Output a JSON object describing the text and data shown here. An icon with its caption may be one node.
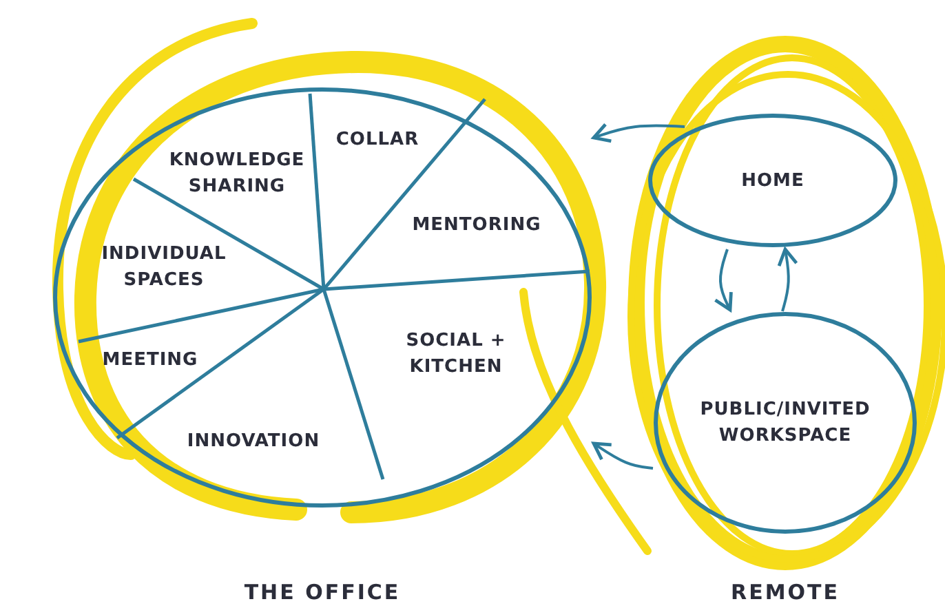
{
  "diagram": {
    "nodes": [
      {
        "text": [
          "THE OFFICE"
        ]
      },
      {
        "text": [
          "COLLAR"
        ],
        "in": 0
      },
      {
        "text": [
          "KNOWLEDGE SHARING"
        ],
        "in": 0
      },
      {
        "text": [
          "MENTORING"
        ],
        "in": 0
      },
      {
        "text": [
          "INDIVIDUAL SPACES"
        ],
        "in": 0
      },
      {
        "text": [
          "SOCIAL + KITCHEN"
        ],
        "in": 0
      },
      {
        "text": [
          "MEETING"
        ],
        "in": 0
      },
      {
        "text": [
          "INNOVATION"
        ],
        "in": 0
      },
      {
        "text": [
          "REMOTE"
        ]
      },
      {
        "text": [
          "HOME"
        ],
        "in": 8
      },
      {
        "text": [
          "PUBLIC/INVITED WORKSPACE"
        ],
        "in": 8
      }
    ],
    "edges": [
      {
        "from": 9,
        "to": 0,
        "arrow": "to"
      },
      {
        "from": 10,
        "to": 0,
        "arrow": "to"
      },
      {
        "from": 9,
        "to": 10,
        "arrow": "to"
      },
      {
        "from": 10,
        "to": 9,
        "arrow": "to"
      }
    ]
  }
}
